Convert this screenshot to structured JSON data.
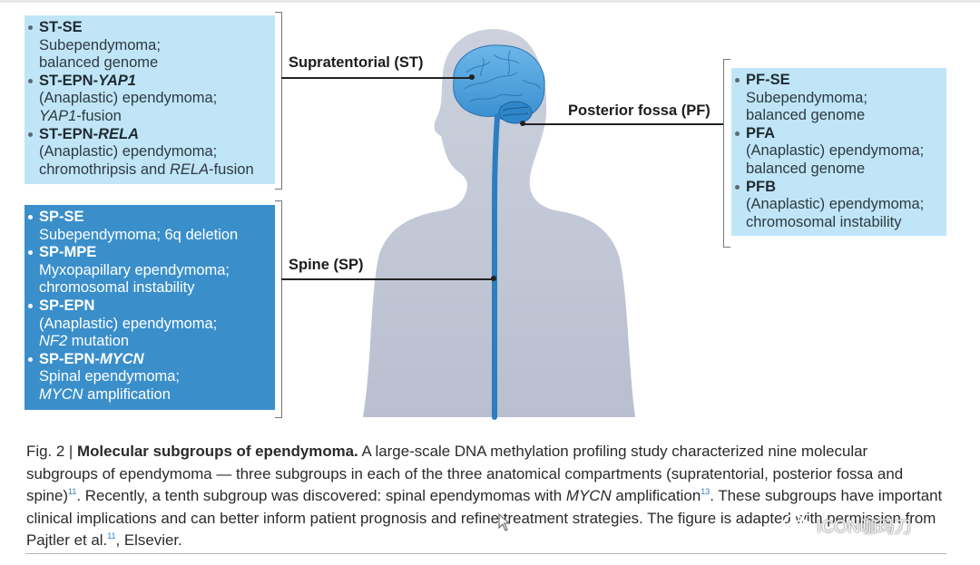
{
  "regions": {
    "supratentorial": {
      "label": "Supratentorial (ST)",
      "subgroups": [
        {
          "name_text": "ST-SE",
          "name_italic": "",
          "desc_lines": [
            [
              "Subependymoma;",
              ""
            ],
            [
              "balanced genome",
              ""
            ]
          ]
        },
        {
          "name_text": "ST-EPN-",
          "name_italic": "YAP1",
          "desc_lines": [
            [
              "(Anaplastic) ependymoma;",
              ""
            ],
            [
              "",
              "YAP1",
              "-fusion"
            ]
          ]
        },
        {
          "name_text": "ST-EPN-",
          "name_italic": "RELA",
          "desc_lines": [
            [
              "(Anaplastic) ependymoma;",
              ""
            ],
            [
              "chromothripsis and ",
              "RELA",
              "-fusion"
            ]
          ]
        }
      ]
    },
    "spine": {
      "label": "Spine (SP)",
      "subgroups": [
        {
          "name_text": "SP-SE",
          "name_italic": "",
          "desc_lines": [
            [
              "Subependymoma; 6q deletion",
              ""
            ]
          ]
        },
        {
          "name_text": "SP-MPE",
          "name_italic": "",
          "desc_lines": [
            [
              "Myxopapillary ependymoma;",
              ""
            ],
            [
              "chromosomal instability",
              ""
            ]
          ]
        },
        {
          "name_text": "SP-EPN",
          "name_italic": "",
          "desc_lines": [
            [
              "(Anaplastic) ependymoma;",
              ""
            ],
            [
              "",
              "NF2",
              " mutation"
            ]
          ]
        },
        {
          "name_text": "SP-EPN-",
          "name_italic": "MYCN",
          "desc_lines": [
            [
              "Spinal ependymoma;",
              ""
            ],
            [
              "",
              "MYCN",
              " amplification"
            ]
          ]
        }
      ]
    },
    "posterior_fossa": {
      "label": "Posterior fossa (PF)",
      "subgroups": [
        {
          "name_text": "PF-SE",
          "name_italic": "",
          "desc_lines": [
            [
              "Subependymoma;",
              ""
            ],
            [
              "balanced genome",
              ""
            ]
          ]
        },
        {
          "name_text": "PFA",
          "name_italic": "",
          "desc_lines": [
            [
              "(Anaplastic) ependymoma;",
              ""
            ],
            [
              "balanced genome",
              ""
            ]
          ]
        },
        {
          "name_text": "PFB",
          "name_italic": "",
          "desc_lines": [
            [
              "(Anaplastic) ependymoma;",
              ""
            ],
            [
              "chromosomal instability",
              ""
            ]
          ]
        }
      ]
    }
  },
  "caption": {
    "fig_label": "Fig. 2 | ",
    "title": "Molecular subgroups of ependymoma.",
    "text_1": " A large-scale DNA methylation profiling study characterized nine molecular subgroups of ependymoma — three subgroups in each of the three anatomical compartments (supratentorial, posterior fossa and spine)",
    "ref_1": "11",
    "text_2": ". Recently, a tenth subgroup was discovered: spinal ependymomas with ",
    "gene": "MYCN",
    "text_3": " amplification",
    "ref_2": "13",
    "text_4": ". These subgroups have important clinical implications and can better inform patient prognosis and refine treatment strategies. The figure is adapted with permission from Pajtler et al.",
    "ref_3": "11",
    "text_5": ", Elsevier."
  },
  "watermark": {
    "text": "ICON咖玛刀",
    "icon": "wechat-icon"
  },
  "colors": {
    "light_box": "#bfe5f7",
    "dark_box": "#3a8fcb",
    "silhouette": "#c3c8d6",
    "brain": "#4a9fdc",
    "spinal_cord": "#2b7fc0"
  }
}
